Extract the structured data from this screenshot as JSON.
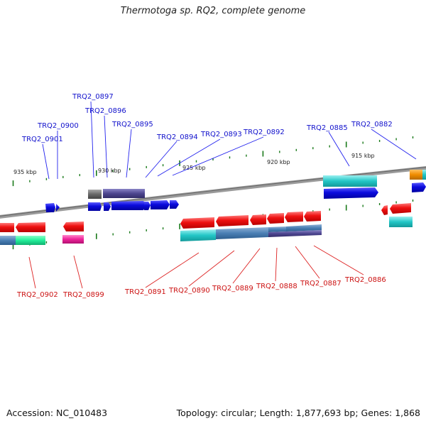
{
  "title": "Thermotoga sp. RQ2, complete genome",
  "footer": {
    "accession": "Accession: NC_010483",
    "topology": "Topology: circular; Length: 1,877,693 bp; Genes: 1,868"
  },
  "scale_labels": [
    "935 kbp",
    "930 kbp",
    "925 kbp",
    "920 kbp",
    "915 kbp"
  ],
  "gene_labels_top": [
    "TRQ2_0897",
    "TRQ2_0896",
    "TRQ2_0895",
    "TRQ2_0900",
    "TRQ2_0901",
    "TRQ2_0894",
    "TRQ2_0893",
    "TRQ2_0892",
    "TRQ2_0885",
    "TRQ2_0882"
  ],
  "gene_labels_bottom": [
    "TRQ2_0902",
    "TRQ2_0899",
    "TRQ2_0891",
    "TRQ2_0890",
    "TRQ2_0889",
    "TRQ2_0888",
    "TRQ2_0887",
    "TRQ2_0886"
  ],
  "colors": {
    "forward_label": "#1111cc",
    "reverse_label": "#cc1111",
    "backbone": "#808080",
    "tick": "#1a7a1a"
  }
}
